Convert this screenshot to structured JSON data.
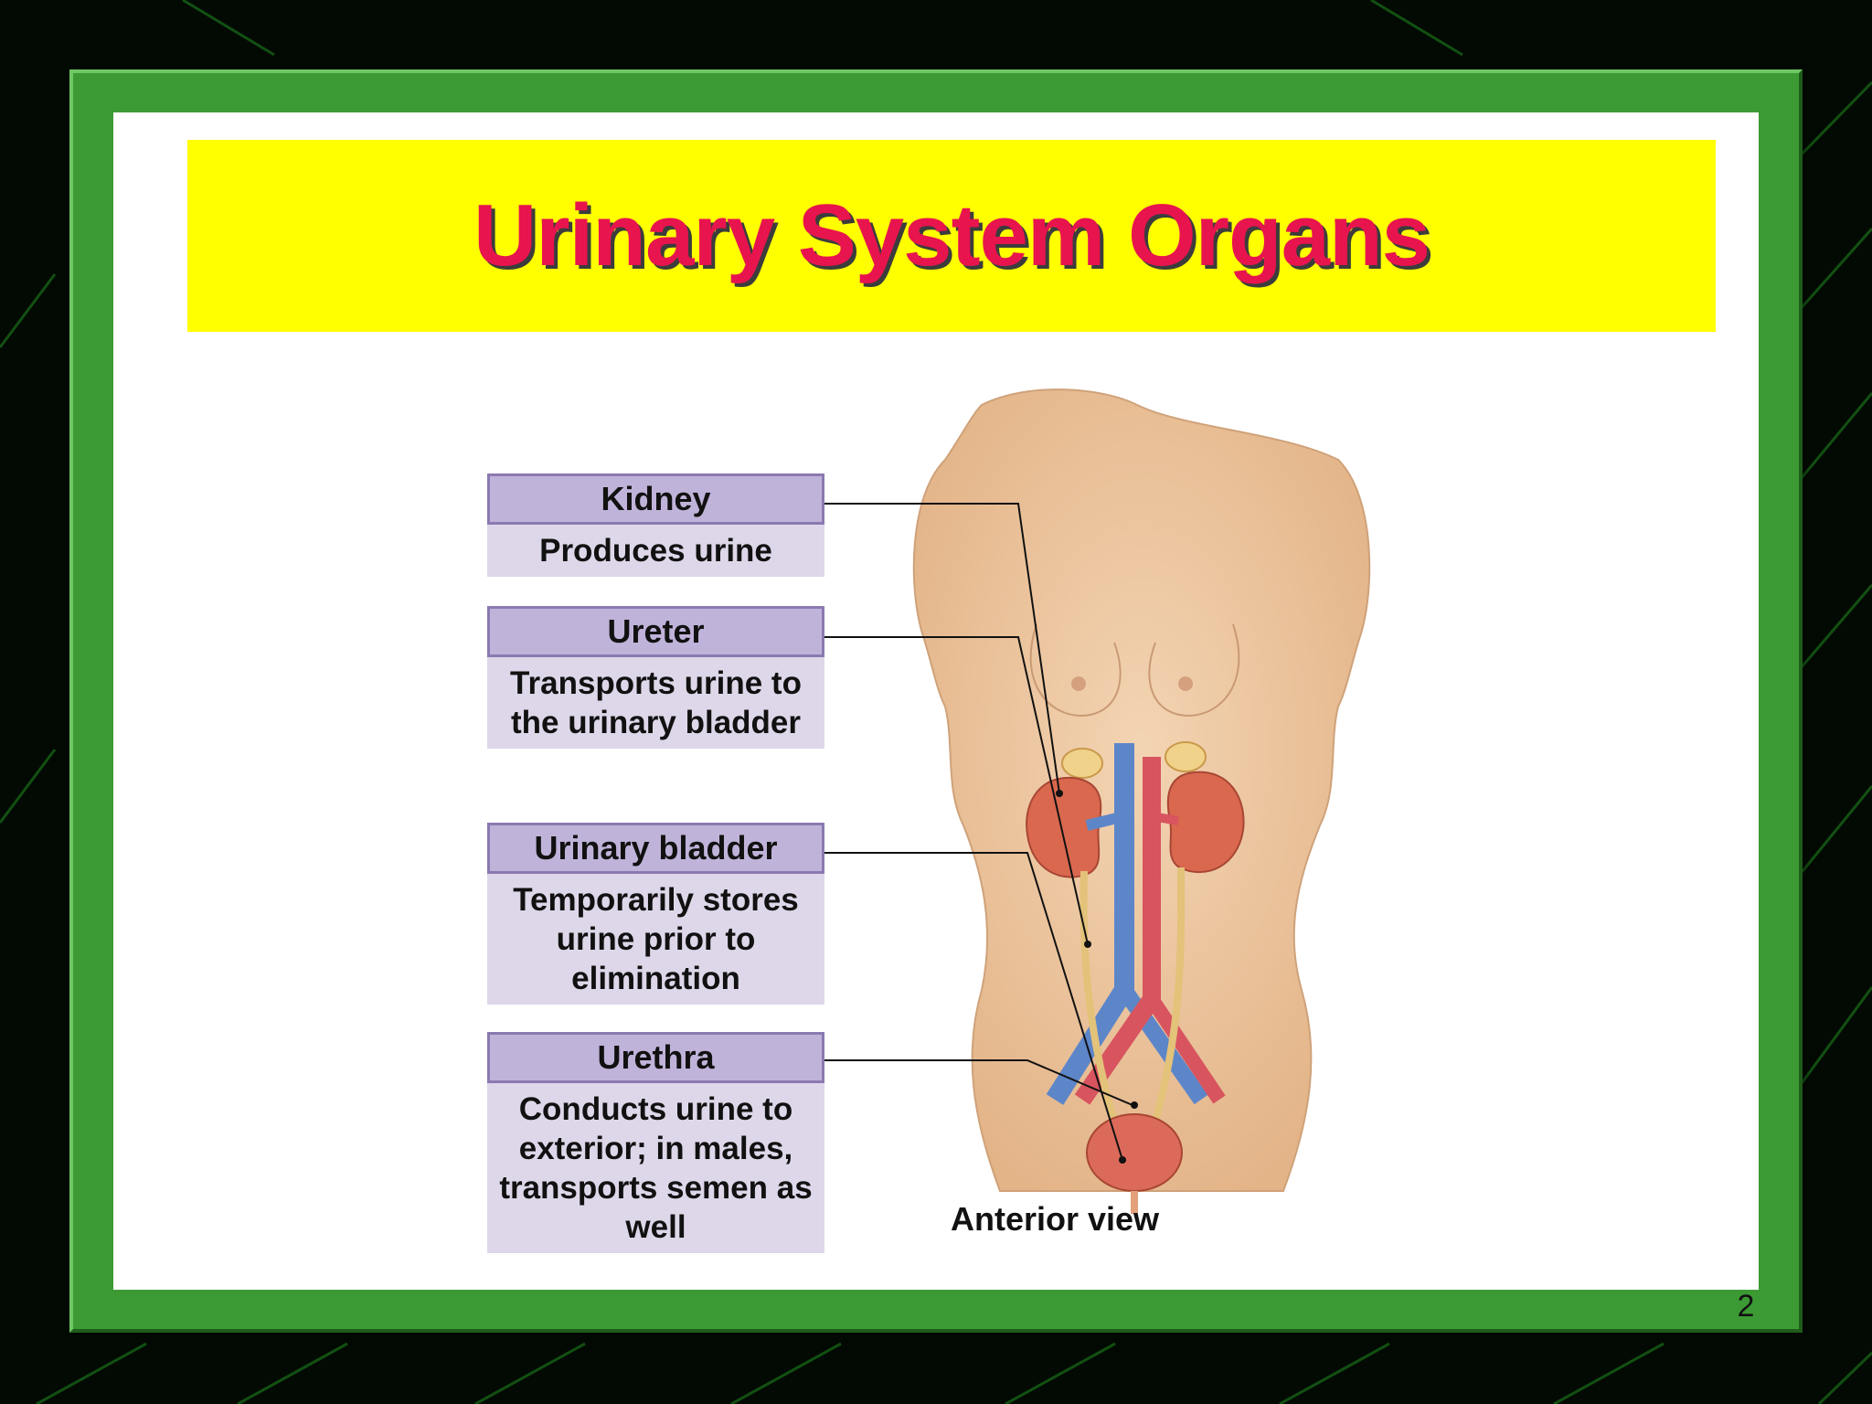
{
  "slide": {
    "title": "Urinary System Organs",
    "page_number": "2"
  },
  "figure": {
    "caption": "Anterior view",
    "labels": [
      {
        "name": "Kidney",
        "description": "Produces urine"
      },
      {
        "name": "Ureter",
        "description": "Transports urine to the urinary bladder"
      },
      {
        "name": "Urinary bladder",
        "description": "Temporarily stores urine prior to elimination"
      },
      {
        "name": "Urethra",
        "description": "Conducts urine to exterior; in males, transports semen as well"
      }
    ]
  },
  "colors": {
    "title_text": "#e8144e",
    "title_band": "#ffff00",
    "frame": "#3c9a34",
    "label_header": "#c0b3d9",
    "label_body": "#ded7e9",
    "skin": "#edc6a0",
    "kidney": "#d9684f",
    "vein": "#5d86c9",
    "artery": "#d8545f",
    "ureter": "#e3c27a"
  }
}
